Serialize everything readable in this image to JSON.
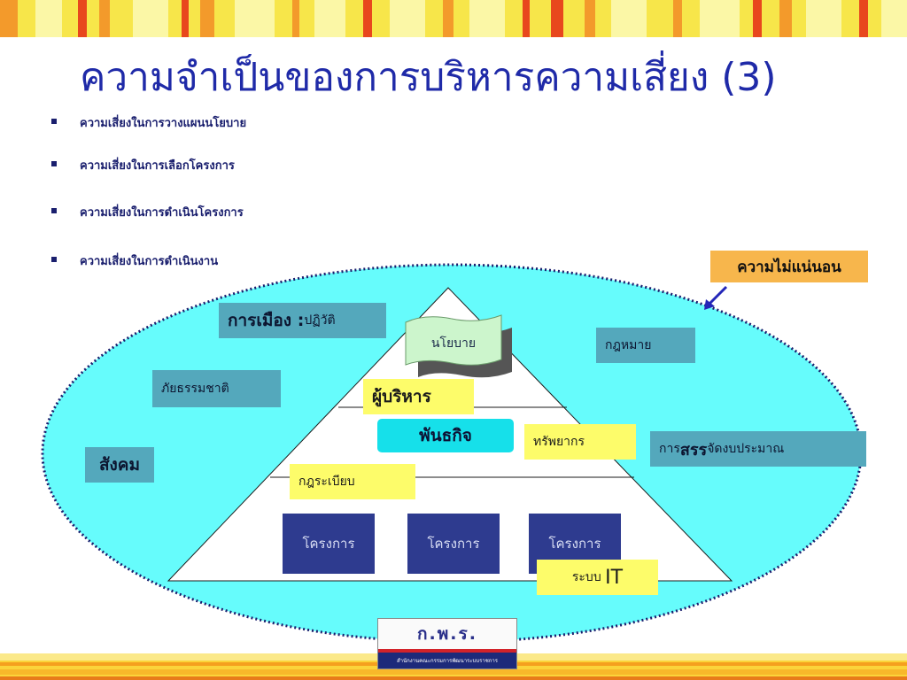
{
  "title": "ความจำเป็นของการบริหารความเสี่ยง (3)",
  "bullets": [
    "ความเสี่ยงในการวางแผนนโยบาย",
    "ความเสี่ยงในการเลือกโครงการ",
    "ความเสี่ยงในการดำเนินโครงการ",
    "ความเสี่ยงในการดำเนินงาน"
  ],
  "diagram": {
    "uncertainty": "ความไม่แน่นอน",
    "politics": {
      "bold": "การเมือง :",
      "normal": "ปฏิวัติ"
    },
    "policy": "นโยบาย",
    "law": "กฎหมาย",
    "disaster": "ภัยธรรมชาติ",
    "executive": "ผู้บริหาร",
    "mission": "พันธกิจ",
    "resources": "ทรัพยากร",
    "budget": {
      "pre": "การ",
      "bold": "สรร",
      "post": "จัดงบประมาณ"
    },
    "society": "สังคม",
    "regulations": "กฎระเบียบ",
    "projects": [
      "โครงการ",
      "โครงการ",
      "โครงการ"
    ],
    "it_system": {
      "pre": "ระบบ ",
      "big": "IT"
    }
  },
  "logo": {
    "text": "ก.พ.ร.",
    "subtitle": "สำนักงานคณะกรรมการพัฒนาระบบราชการ"
  },
  "colors": {
    "title": "#1f2aa8",
    "ellipse_fill": "#66fcfc",
    "ellipse_border": "#1a1f6e",
    "teal_box": "#54a8bc",
    "yellow_box": "#fdfc6a",
    "navy_box": "#2e3b8f",
    "orange_box": "#f7b64c",
    "mission_box": "#16e0ea",
    "policy_scroll": "#ccf5cc"
  }
}
